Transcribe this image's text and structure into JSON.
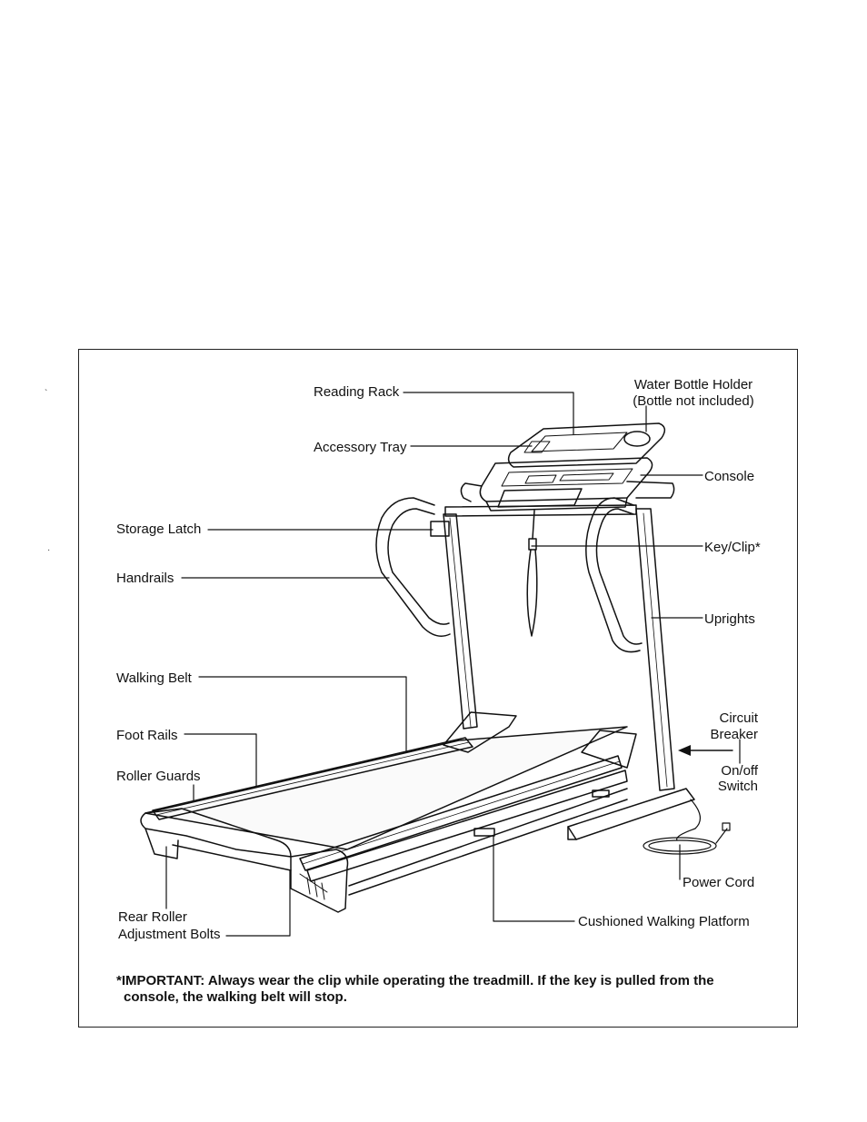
{
  "labels": {
    "reading_rack": "Reading Rack",
    "water_bottle_holder": "Water Bottle Holder",
    "bottle_not_included": "(Bottle not included)",
    "accessory_tray": "Accessory Tray",
    "console": "Console",
    "storage_latch": "Storage Latch",
    "key_clip": "Key/Clip*",
    "handrails": "Handrails",
    "uprights": "Uprights",
    "walking_belt": "Walking Belt",
    "circuit": "Circuit",
    "breaker": "Breaker",
    "foot_rails": "Foot Rails",
    "on_off": "On/off",
    "switch": "Switch",
    "roller_guards": "Roller Guards",
    "power_cord": "Power Cord",
    "rear_roller": "Rear Roller",
    "adjustment_bolts": "Adjustment Bolts",
    "cushioned_walking_platform": "Cushioned Walking Platform"
  },
  "note": {
    "line1": "*IMPORTANT: Always wear the clip while operating the treadmill. If the key is pulled from the",
    "line2": "console, the walking belt will stop."
  }
}
